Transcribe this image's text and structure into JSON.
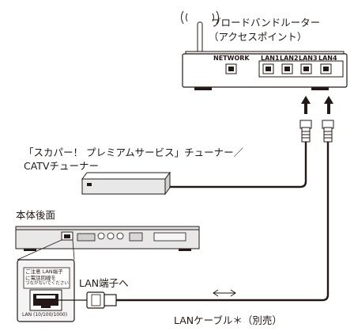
{
  "router": {
    "name_line1": "ブロードバンドルーター",
    "name_line2": "（アクセスポイント）",
    "port_labels": [
      "NETWORK",
      "LAN1",
      "LAN2",
      "LAN3",
      "LAN4"
    ]
  },
  "tuner": {
    "label_line1": "「スカパー！ プレミアムサービス」チューナー／",
    "label_line2": "CATVチューナー"
  },
  "main_unit": {
    "label": "本体後面"
  },
  "port_callout": {
    "label": "LAN端子へ",
    "sticker_line1": "ご注意 LAN端子",
    "sticker_line2": "に電話回線を",
    "sticker_line3": "つながないでください",
    "port_caption": "LAN (10/100/1000)"
  },
  "cable": {
    "label": "LANケーブル＊（別売）"
  },
  "colors": {
    "line": "#231815",
    "device_fill": "#ececec",
    "device_side": "#cfcfcf"
  }
}
